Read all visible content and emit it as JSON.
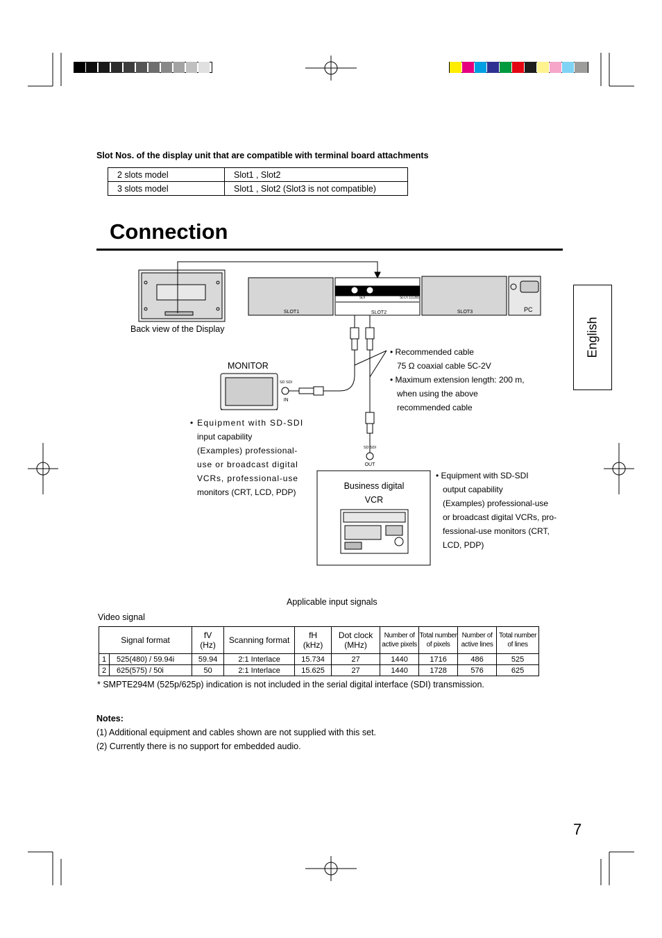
{
  "slot_table": {
    "heading": "Slot Nos. of the display unit that are compatible with terminal board attachments",
    "rows": [
      {
        "model": "2 slots model",
        "slots": "Slot1 , Slot2"
      },
      {
        "model": "3 slots model",
        "slots": "Slot1 , Slot2  (Slot3 is not compatible)"
      }
    ]
  },
  "section_title": "Connection",
  "side_tab": "English",
  "diagram": {
    "back_view_caption": "Back view of the Display",
    "slot1": "SLOT1",
    "slot2": "SLOT2",
    "slot3": "SLOT3",
    "pc": "PC",
    "sdi_label": "SDI",
    "slot_code": "SLOT1(12B)",
    "monitor_label": "MONITOR",
    "monitor_port_top": "SD SDI",
    "monitor_port_bottom": "IN",
    "vcr_port_top": "SD SDI",
    "vcr_port_bottom": "OUT",
    "vcr_title_1": "Business digital",
    "vcr_title_2": "VCR"
  },
  "cable_notes": [
    "• Recommended cable",
    "75 Ω coaxial cable 5C-2V",
    "• Maximum extension length: 200 m,",
    "when using the above",
    "recommended cable"
  ],
  "input_equipment_notes": [
    "• Equipment with SD-SDI",
    "input capability",
    "(Examples) professional-",
    "use or broadcast digital",
    "VCRs, professional-use",
    "monitors (CRT, LCD, PDP)"
  ],
  "output_equipment_notes": [
    "• Equipment with SD-SDI",
    "output capability",
    "(Examples) professional-use",
    "or broadcast digital VCRs, pro-",
    "fessional-use monitors (CRT,",
    "LCD, PDP)"
  ],
  "signals": {
    "title": "Applicable input signals",
    "subtitle": "Video signal",
    "headers": {
      "format": "Signal format",
      "fv_1": "fV",
      "fv_2": "(Hz)",
      "scan": "Scanning format",
      "fh_1": "fH",
      "fh_2": "(kHz)",
      "dot_1": "Dot clock",
      "dot_2": "(MHz)",
      "nap_1": "Number of",
      "nap_2": "active pixels",
      "tnp_1": "Total number",
      "tnp_2": "of pixels",
      "nal_1": "Number of",
      "nal_2": "active lines",
      "tnl_1": "Total number",
      "tnl_2": "of lines"
    },
    "rows": [
      {
        "no": "1",
        "format": "525(480) / 59.94i",
        "fv": "59.94",
        "scan": "2:1  Interlace",
        "fh": "15.734",
        "dot": "27",
        "nap": "1440",
        "tnp": "1716",
        "nal": "486",
        "tnl": "525"
      },
      {
        "no": "2",
        "format": "625(575) / 50i",
        "fv": "50",
        "scan": "2:1  Interlace",
        "fh": "15.625",
        "dot": "27",
        "nap": "1440",
        "tnp": "1728",
        "nal": "576",
        "tnl": "625"
      }
    ],
    "footnote": "* SMPTE294M (525p/625p) indication is not included in the serial digital interface (SDI) transmission."
  },
  "notes": {
    "heading": "Notes:",
    "items": [
      "(1) Additional equipment and cables shown are not supplied with this set.",
      "(2) Currently there is no support for embedded audio."
    ]
  },
  "page_number": "7",
  "colors": {
    "gray_bar": [
      "#000000",
      "#0d0d0d",
      "#1a1a1a",
      "#2b2b2b",
      "#3d3d3d",
      "#555555",
      "#6e6e6e",
      "#888888",
      "#a3a3a3",
      "#c0c0c0",
      "#e0e0e0",
      "#ffffff"
    ],
    "color_bar": [
      "#ffed00",
      "#e6007e",
      "#009fe3",
      "#2e3192",
      "#009a3e",
      "#e30613",
      "#1d1d1b",
      "#fff38f",
      "#f5a6c9",
      "#7fd3f4",
      "#9d9d9c"
    ]
  }
}
